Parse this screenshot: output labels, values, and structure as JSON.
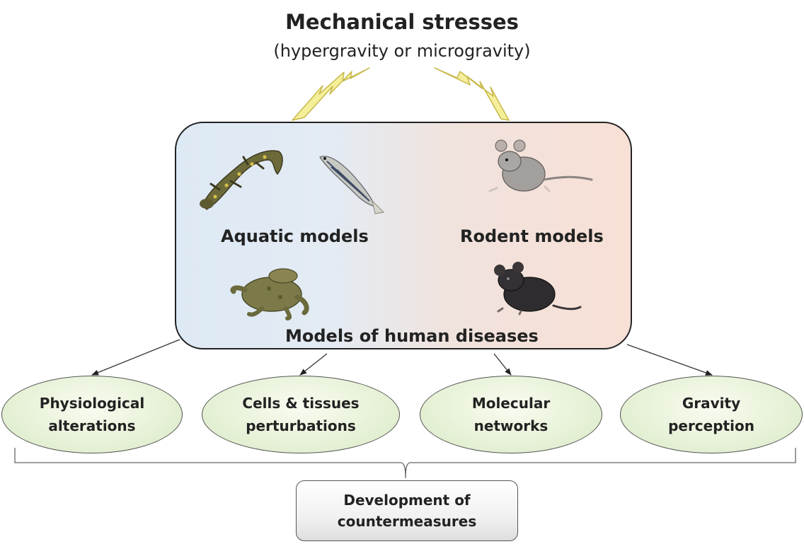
{
  "header": {
    "title": "Mechanical stresses",
    "subtitle": "(hypergravity or microgravity)"
  },
  "panel": {
    "aquatic_label": "Aquatic models",
    "rodent_label": "Rodent models",
    "bottom_label": "Models of human diseases",
    "animals": [
      "newt",
      "zebrafish",
      "frog",
      "gray-rat",
      "black-mouse"
    ]
  },
  "outcomes": [
    {
      "label": "Physiological\nalterations"
    },
    {
      "label": "Cells & tissues\nperturbations"
    },
    {
      "label": "Molecular\nnetworks"
    },
    {
      "label": "Gravity\nperception"
    }
  ],
  "result": {
    "label": "Development of\ncountermeasures"
  },
  "colors": {
    "bolt": "#f5ef9a",
    "bolt_stroke": "#c8b84a",
    "panel_left": "#dde9f4",
    "panel_right": "#f8e0d6",
    "ellipse_fill": "#e3efd2",
    "text": "#222222"
  }
}
